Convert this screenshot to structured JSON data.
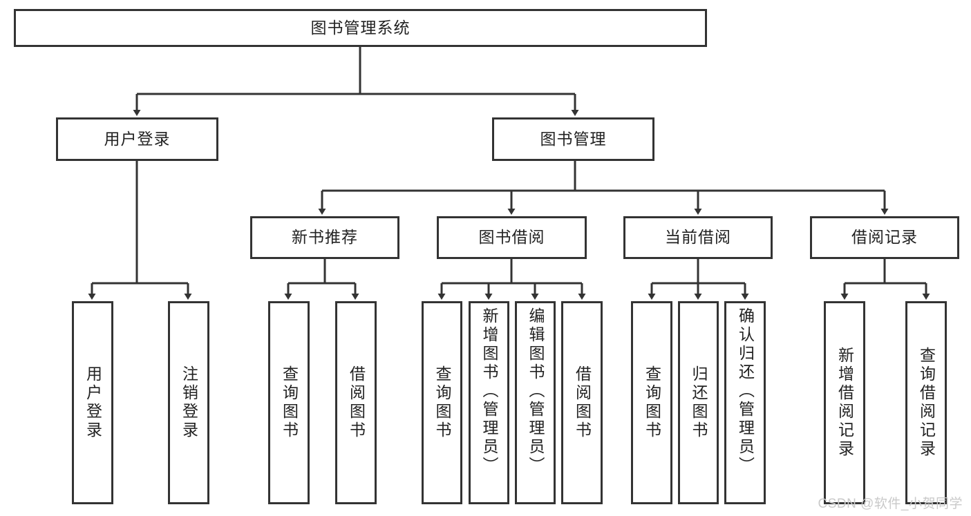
{
  "diagram": {
    "title": "图书管理系统",
    "type": "tree",
    "root": {
      "label": "图书管理系统"
    },
    "level2": [
      {
        "label": "用户登录"
      },
      {
        "label": "图书管理"
      }
    ],
    "level3": [
      {
        "label": "新书推荐"
      },
      {
        "label": "图书借阅"
      },
      {
        "label": "当前借阅"
      },
      {
        "label": "借阅记录"
      }
    ],
    "leaves": {
      "user_login": [
        {
          "label": "用户登录"
        },
        {
          "label": "注销登录"
        }
      ],
      "new_book_recommend": [
        {
          "label": "查询图书"
        },
        {
          "label": "借阅图书"
        }
      ],
      "book_borrow": [
        {
          "label": "查询图书"
        },
        {
          "label": "新增图书（管理员）"
        },
        {
          "label": "编辑图书（管理员）"
        },
        {
          "label": "借阅图书"
        }
      ],
      "current_borrow": [
        {
          "label": "查询图书"
        },
        {
          "label": "归还图书"
        },
        {
          "label": "确认归还（管理员）"
        }
      ],
      "borrow_record": [
        {
          "label": "新增借阅记录"
        },
        {
          "label": "查询借阅记录"
        }
      ]
    }
  },
  "watermark": {
    "text": "CSDN @软件_小贺同学"
  },
  "colors": {
    "stroke": "#333333",
    "text": "#222222",
    "background": "#ffffff",
    "watermark": "#c9c9c9"
  }
}
